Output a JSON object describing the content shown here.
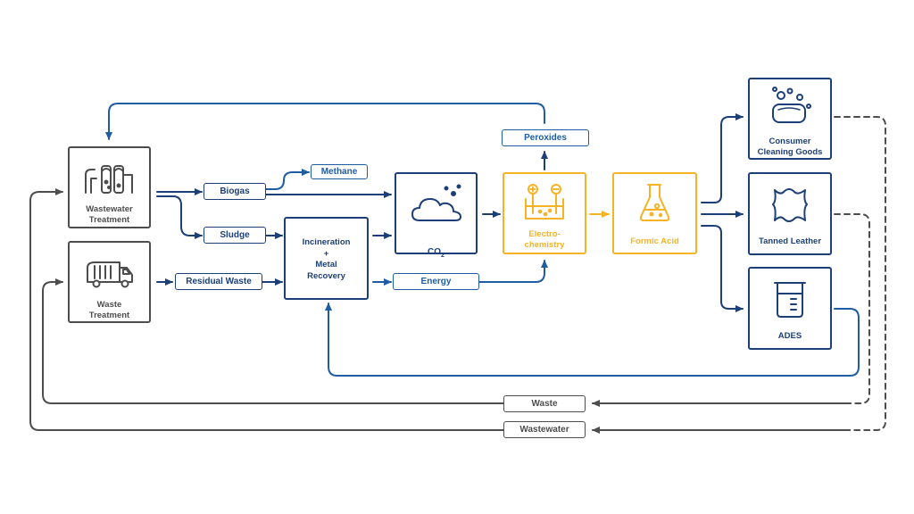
{
  "nodes": {
    "wastewater_treatment": "Wastewater\nTreatment",
    "waste_treatment": "Waste\nTreatment",
    "incineration": "Incineration\n+\nMetal\nRecovery",
    "co2": "CO",
    "co2_sub": "2",
    "electrochemistry": "Electro-\nchemistry",
    "formic_acid": "Formic Acid",
    "consumer_cleaning": "Consumer\nCleaning Goods",
    "tanned_leather": "Tanned Leather",
    "ades": "ADES"
  },
  "labels": {
    "biogas": "Biogas",
    "methane": "Methane",
    "sludge": "Sludge",
    "residual_waste": "Residual Waste",
    "energy": "Energy",
    "peroxides": "Peroxides",
    "waste": "Waste",
    "wastewater": "Wastewater"
  },
  "colors": {
    "gray": "#4d4d4d",
    "blue": "#1c3f77",
    "blue_light": "#1f5da3",
    "gold": "#f6b325"
  },
  "icons": [
    "treatment-plant-icon",
    "garbage-truck-icon",
    "cloud-icon",
    "electrolysis-cell-icon",
    "flask-icon",
    "soap-bubbles-icon",
    "leather-hide-icon",
    "beaker-icon"
  ]
}
